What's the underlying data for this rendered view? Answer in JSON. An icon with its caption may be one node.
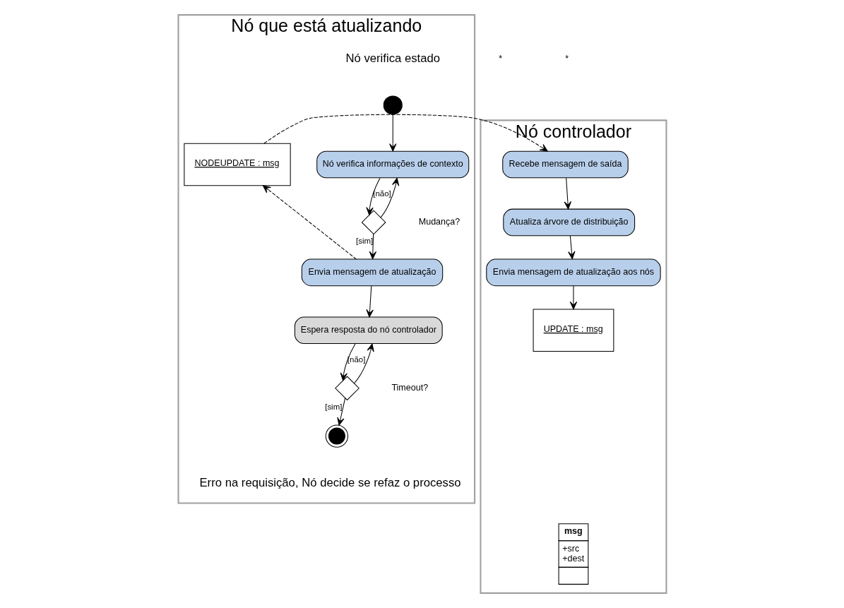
{
  "diagram": {
    "nodes": [
      {
        "text": [
          "Nó que está atualizando"
        ]
      },
      {
        "text": [
          "Nó controlador"
        ]
      },
      {
        "text": [],
        "shape": "circle",
        "in": 0,
        "beside": [
          "Nó verifica estado"
        ]
      },
      {
        "text": [
          "Nó verifica informações de contexto"
        ],
        "in": 0
      },
      {
        "text": [],
        "shape": "diamond",
        "in": 0,
        "beside": [
          "Mudança?"
        ]
      },
      {
        "text": [
          "Envia mensagem de atualização"
        ],
        "in": 0
      },
      {
        "text": [
          "Espera resposta do nó controlador"
        ],
        "in": 0
      },
      {
        "text": [],
        "shape": "diamond",
        "in": 0,
        "beside": [
          "Timeout?"
        ]
      },
      {
        "text": [],
        "shape": "circle",
        "in": 0,
        "beside": [
          "Erro na requisição, Nó decide se refaz o processo"
        ]
      },
      {
        "text": [
          "NODEUPDATE : msg"
        ],
        "in": 0
      },
      {
        "text": [
          "Recebe mensagem de saída"
        ],
        "in": 1
      },
      {
        "text": [
          "Atualiza árvore de distribuição"
        ],
        "in": 1
      },
      {
        "text": [
          "Envia mensagem de atualização aos nós"
        ],
        "in": 1
      },
      {
        "text": [
          "UPDATE : msg"
        ],
        "in": 1
      },
      {
        "text": [
          "msg",
          "+src",
          "+dest"
        ],
        "in": 1
      }
    ],
    "edges": [
      {
        "from": 2,
        "to": 3,
        "arrow": "to"
      },
      {
        "from": 3,
        "to": 4,
        "arrow": "to"
      },
      {
        "from": 4,
        "to": 3,
        "arrow": "to",
        "label": "[não]"
      },
      {
        "from": 4,
        "to": 5,
        "arrow": "to",
        "label": "[sim]"
      },
      {
        "from": 5,
        "to": 6,
        "arrow": "to"
      },
      {
        "from": 6,
        "to": 7,
        "arrow": "to"
      },
      {
        "from": 7,
        "to": 6,
        "arrow": "to",
        "label": "[não]"
      },
      {
        "from": 7,
        "to": 8,
        "arrow": "to",
        "label": "[sim]"
      },
      {
        "from": 5,
        "to": 9,
        "arrow": "to",
        "style": "dashed"
      },
      {
        "from": 9,
        "to": 10,
        "arrow": "to",
        "style": "dashed"
      },
      {
        "from": 10,
        "to": 11,
        "arrow": "to"
      },
      {
        "from": 11,
        "to": 12,
        "arrow": "to"
      },
      {
        "from": 12,
        "to": 13,
        "arrow": "to"
      }
    ],
    "labels": [
      "*",
      "*"
    ]
  }
}
